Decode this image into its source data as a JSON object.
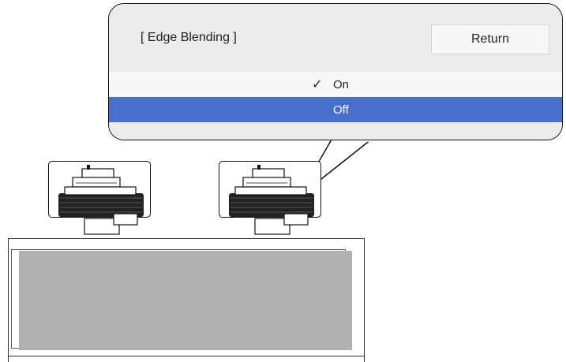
{
  "menu": {
    "title": "[ Edge Blending ]",
    "return_label": "Return",
    "options": [
      {
        "label": "On",
        "checked": true,
        "selected": false
      },
      {
        "label": "Off",
        "checked": false,
        "selected": true
      }
    ],
    "check_glyph": "✓"
  },
  "colors": {
    "header_bg": "#ececec",
    "selected_bg": "#4a6ecb",
    "unselected_bg": "#f8f8f8",
    "screen_gray": "#b1b1b1"
  },
  "icons": {
    "projector_left": "projector-icon",
    "projector_right": "projector-icon"
  }
}
